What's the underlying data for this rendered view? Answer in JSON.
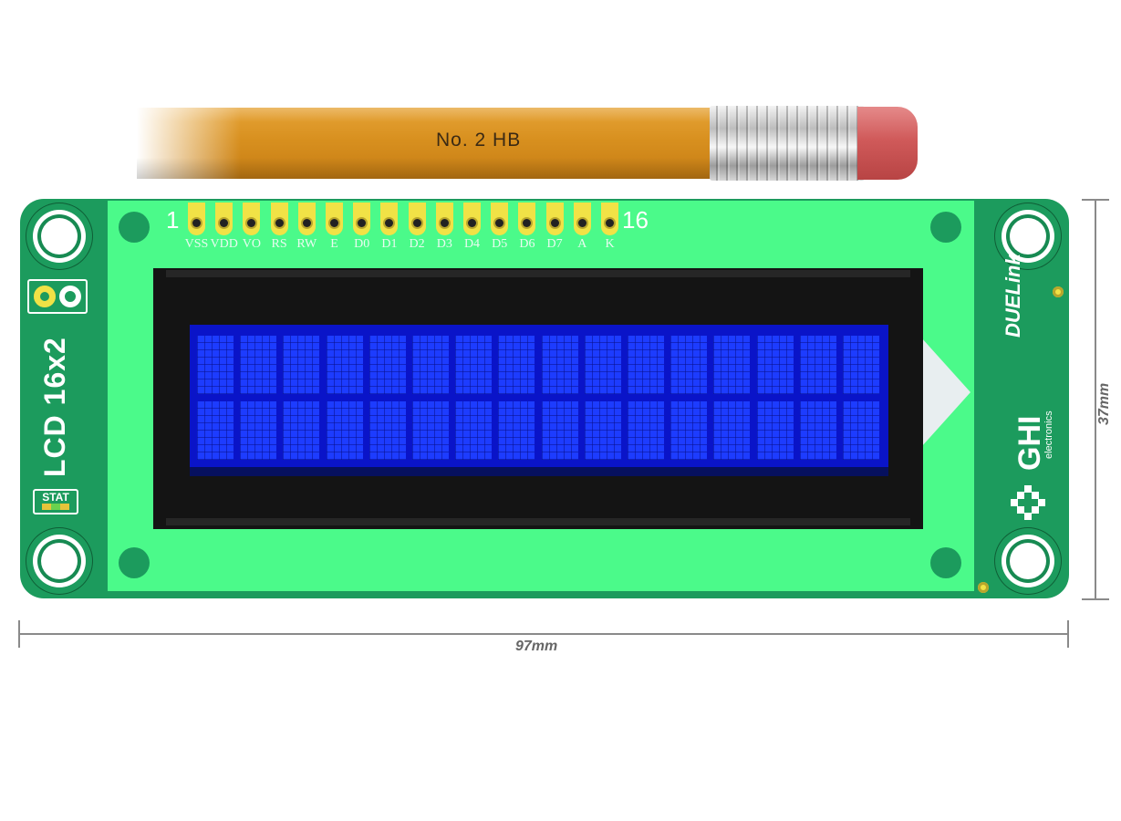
{
  "pencil": {
    "label": "No. 2  HB"
  },
  "board": {
    "side_label": "LCD 16x2",
    "stat_label": "STAT",
    "brand_label": "DUELink",
    "maker_label": "GHI",
    "maker_sub": "electronics",
    "pin_first": "1",
    "pin_last": "16",
    "pins": [
      "VSS",
      "VDD",
      "VO",
      "RS",
      "RW",
      "E",
      "D0",
      "D1",
      "D2",
      "D3",
      "D4",
      "D5",
      "D6",
      "D7",
      "A",
      "K"
    ]
  },
  "display": {
    "columns": 16,
    "rows": 2,
    "backlight_color": "#1d3cff"
  },
  "dimensions": {
    "width": "97mm",
    "height": "37mm"
  },
  "colors": {
    "pcb": "#1c9b5d",
    "panel": "#4bfa8a",
    "pad": "#f1e246"
  }
}
